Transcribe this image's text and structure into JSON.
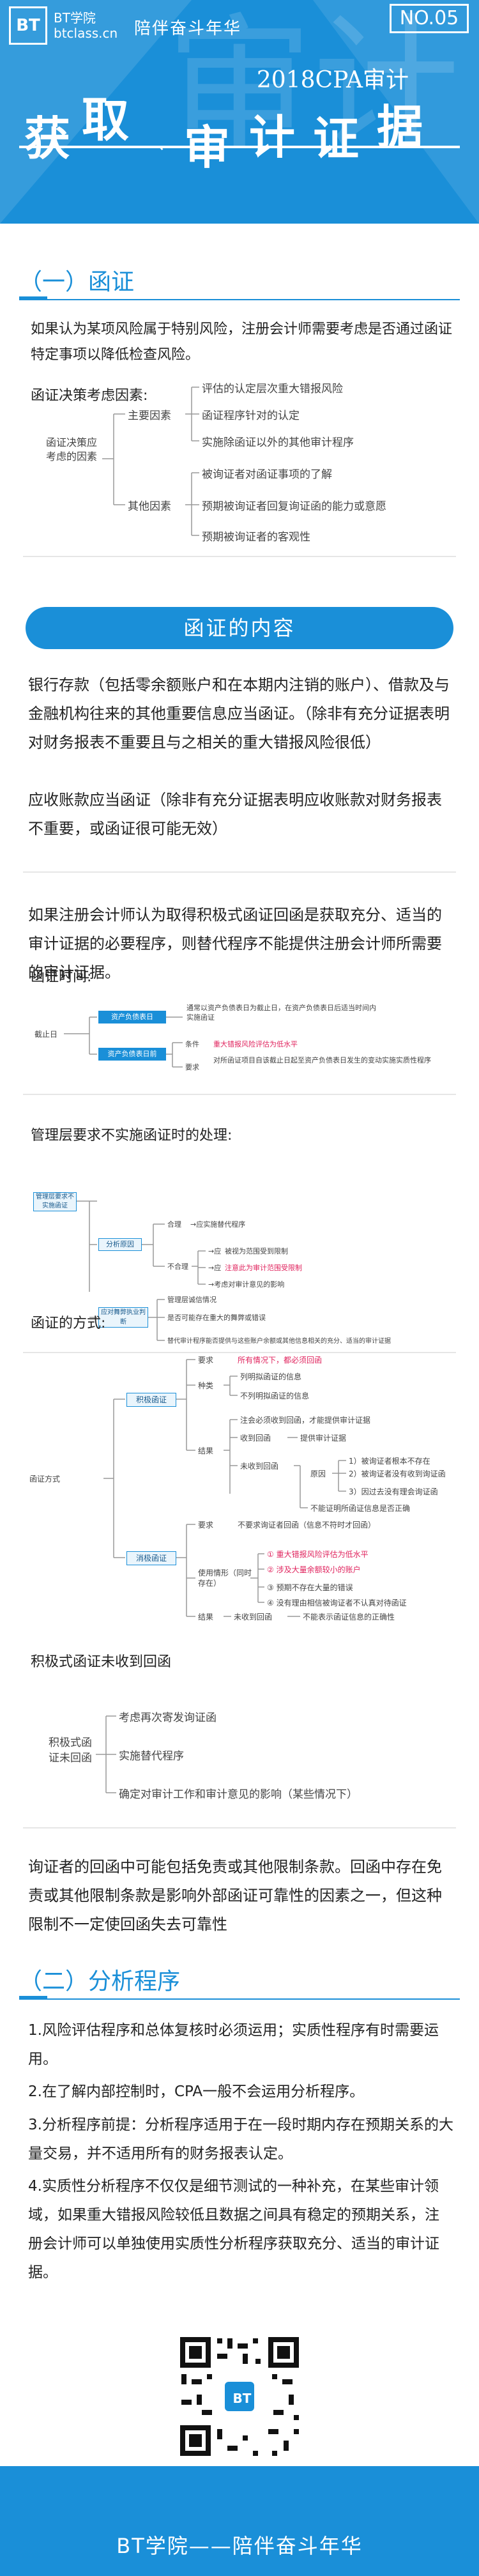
{
  "header": {
    "logo_mark": "BT",
    "logo_name": "BT学院",
    "logo_site": "btclass.cn",
    "slogan": "陪伴奋斗年华",
    "issue": "NO.05",
    "subtitle": "2018CPA审计",
    "title_chars": [
      "获",
      "取",
      "审",
      "计",
      "证",
      "据"
    ],
    "bg_chars": [
      "审",
      "计"
    ],
    "accent_color": "#1a8fd8"
  },
  "section1": {
    "title": "（一）函证",
    "intro": "如果认为某项风险属于特别风险，注册会计师需要考虑是否通过函证特定事项以降低检查风险。",
    "factors_label": "函证决策考虑因素:",
    "tree": {
      "root": "函证决策应考虑的因素",
      "main_label": "主要因素",
      "main_items": [
        "评估的认定层次重大错报风险",
        "函证程序针对的认定",
        "实施除函证以外的其他审计程序"
      ],
      "other_label": "其他因素",
      "other_items": [
        "被询证者对函证事项的了解",
        "预期被询证者回复询证函的能力或意愿",
        "预期被询证者的客观性"
      ]
    }
  },
  "pill_title": "函证的内容",
  "content_para": "银行存款（包括零余额账户和在本期内注销的账户）、借款及与金融机构往来的其他重要信息应当函证。（除非有充分证据表明对财务报表不重要且与之相关的重大错报风险很低）",
  "content_para2": "应收账款应当函证（除非有充分证据表明应收账款对财务报表不重要，或函证很可能无效）",
  "alt_para": "如果注册会计师认为取得积极式函证回函是获取充分、适当的审计证据的必要程序，则替代程序不能提供注册会计师所需要的审计证据。",
  "timing": {
    "label": "函证时间:",
    "root": "截止日",
    "box1": "资产负债表日",
    "box2": "资产负债表日前",
    "d1": "通常以资产负债表日为截止日，在资产负债表日后适当时间内实施函证",
    "cond_label": "条件",
    "cond": "重大错报风险评估为低水平",
    "req_label": "要求",
    "req": "对所函证项目自该截止日起至资产负债表日发生的变动实施实质性程序"
  },
  "refusal": {
    "label": "管理层要求不实施函证时的处理:",
    "root": "管理层要求不实施函证",
    "analyze": "分析原因",
    "reasonable": "合理",
    "reasonable_d": "→应实施替代程序",
    "unreasonable": "不合理",
    "ur1_label": "→应",
    "ur1": "被视为范围受到限制",
    "ur2_label": "→应",
    "ur2": "注意此为审计范围受限制",
    "ur3": "→考虑对审计意见的影响",
    "evaluate": "应对舞弊执业判断",
    "eval_items": [
      "管理层诚信情况",
      "是否可能存在重大的舞弊或错误",
      "替代审计程序能否提供与这些账户余额或其他信息相关的充分、适当的审计证据"
    ]
  },
  "method": {
    "label": "函证的方式:",
    "root": "函证方式",
    "positive": "积极函证",
    "negative": "消极函证",
    "p_req_label": "要求",
    "p_req": "所有情况下，都必须回函",
    "p_kind_label": "种类",
    "p_kinds": [
      "列明拟函证的信息",
      "不列明拟函证的信息"
    ],
    "p_result_label": "结果",
    "p_results": [
      "注会必须收到回函，才能提供审计证据",
      "收到回函",
      "提供审计证据",
      "未收到回函",
      "原因",
      "不能证明所函证信息是否正确"
    ],
    "p_reasons": [
      "1）被询证者根本不存在",
      "2）被询证者没有收到询证函",
      "3）因过去没有理会询证函"
    ],
    "n_req_label": "要求",
    "n_req": "不要求询证者回函（信息不符时才回函）",
    "n_cond_label": "使用情形（同时存在）",
    "n_conds": [
      "① 重大错报风险评估为低水平",
      "② 涉及大量余额较小的账户",
      "③ 预期不存在大量的错误",
      "④ 没有理由相信被询证者不认真对待函证"
    ],
    "n_result_label": "结果",
    "n_results": [
      "未收到回函",
      "不能表示函证信息的正确性"
    ]
  },
  "no_reply": {
    "label": "积极式函证未收到回函",
    "root": "积极式函证未回函",
    "items": [
      "考虑再次寄发询证函",
      "实施替代程序",
      "确定对审计工作和审计意见的影响（某些情况下）"
    ]
  },
  "reply_para": "询证者的回函中可能包括免责或其他限制条款。回函中存在免责或其他限制条款是影响外部函证可靠性的因素之一，但这种限制不一定使回函失去可靠性",
  "section2": {
    "title": "（二）分析程序",
    "items": [
      "1.风险评估程序和总体复核时必须运用；实质性程序有时需要运用。",
      "2.在了解内部控制时，CPA一般不会运用分析程序。",
      "3.分析程序前提：分析程序适用于在一段时期内存在预期关系的大量交易，并不适用所有的财务报表认定。",
      "4.实质性分析程序不仅仅是细节测试的一种补充，在某些审计领域，如果重大错报风险较低且数据之间具有稳定的预期关系，注册会计师可以单独使用实质性分析程序获取充分、适当的审计证据。"
    ]
  },
  "footer": {
    "qr_mark": "BT",
    "text": "BT学院——陪伴奋斗年华"
  }
}
